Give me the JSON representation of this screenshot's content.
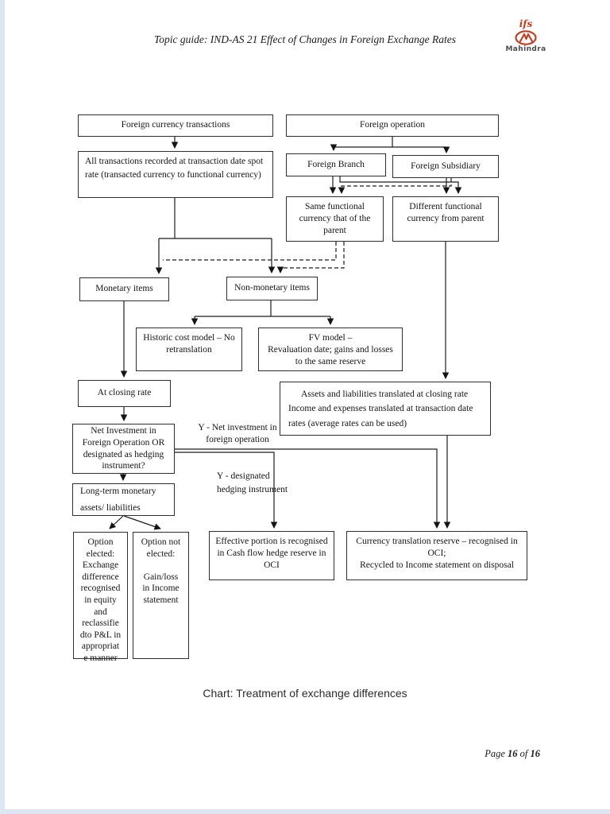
{
  "header": {
    "title": "Topic guide: IND-AS 21 Effect of Changes in Foreign Exchange Rates"
  },
  "logo": {
    "script_text": "ifs",
    "wordmark": "Mahindra",
    "accent_color": "#c43a1e"
  },
  "flowchart": {
    "nodes": {
      "foreign_currency_transactions": "Foreign currency transactions",
      "foreign_operation": "Foreign operation",
      "all_transactions": "All transactions recorded at transaction date spot\nrate (transacted currency to functional currency)",
      "foreign_branch": "Foreign Branch",
      "foreign_subsidiary": "Foreign Subsidiary",
      "same_functional": "Same functional\ncurrency that of the\nparent",
      "different_functional": "Different functional\ncurrency from parent",
      "monetary_items": "Monetary items",
      "non_monetary_items": "Non-monetary items",
      "historic_cost": "Historic cost model – No\nretranslation",
      "fv_model": "FV model –\nRevaluation date; gains and losses\nto the same reserve",
      "at_closing_rate": "At closing rate",
      "assets_liabilities": "Assets and liabilities translated at closing rate\nIncome and expenses translated at transaction date\nrates (average rates can be used)",
      "net_investment": "Net Investment in\nForeign Operation OR\ndesignated as hedging\ninstrument?",
      "long_term": "Long-term monetary\nassets/ liabilities",
      "option_elected": "Option\nelected:\nExchange\ndifference\nrecognised\nin equity\nand\nreclassifie\ndto P&L in\nappropriat\ne manner",
      "option_not_elected": "Option not\nelected:\n\nGain/loss\nin Income\nstatement",
      "effective_portion": "Effective portion is recognised\nin Cash flow hedge reserve in\nOCI",
      "currency_translation": "Currency translation reserve – recognised in\nOCI;\nRecycled to Income statement on disposal"
    },
    "labels": {
      "y_net_investment": "Y  - Net investment in\nforeign operation",
      "y_designated_hedge": "Y  - designated\nhedging instrument"
    }
  },
  "caption": "Chart: Treatment of exchange differences",
  "footer": {
    "page_word": "Page",
    "page_number": "16",
    "of_word": "of",
    "total_pages": "16"
  }
}
